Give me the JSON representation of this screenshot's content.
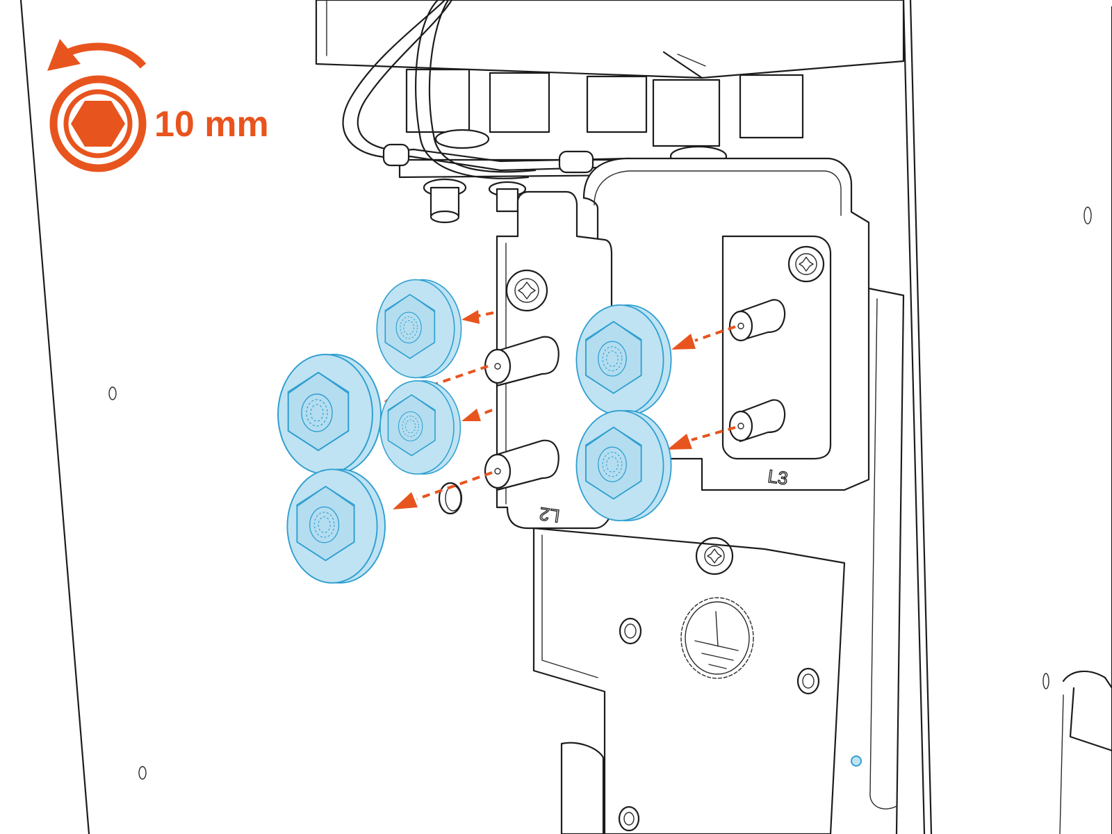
{
  "tool": {
    "size_label": "10 mm",
    "icon": "hex-socket-icon",
    "rotation_icon": "counterclockwise-arrow-icon",
    "color": "#e8541e"
  },
  "markings": {
    "phase_l2": "L2",
    "phase_l3": "L3",
    "ground_icon": "protective-earth-icon"
  },
  "colors": {
    "highlight_nut": "#b4ddf0",
    "highlight_outline": "#2f9fd0",
    "arrow": "#e8541e",
    "line": "#1c1c1c"
  },
  "parts": {
    "nut_icon": "flange-nut-icon",
    "nut_count": 6,
    "stud_icon": "threaded-stud-icon",
    "screw_icon": "torx-screw-icon"
  }
}
